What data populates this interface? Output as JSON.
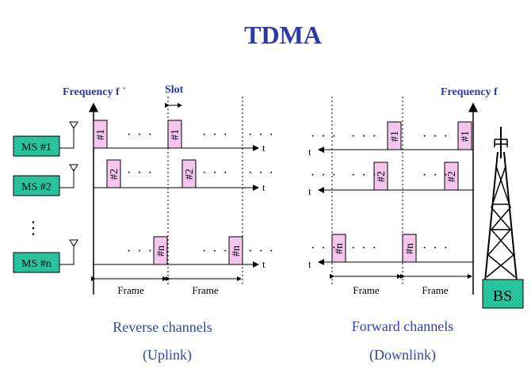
{
  "title": "TDMA",
  "uplink": {
    "axis_label": "Frequency f `",
    "slot_label": "Slot",
    "stations": [
      "MS #1",
      "MS #2",
      "MS #n"
    ],
    "station_ellipsis": "⋮",
    "slot_labels": [
      "#1",
      "#1",
      "#2",
      "#2",
      "#n",
      "#n"
    ],
    "ellipsis": "· · ·",
    "time_label": "t",
    "frame_labels": [
      "Frame",
      "Frame"
    ],
    "caption_line1": "Reverse channels",
    "caption_line2": "(Uplink)"
  },
  "downlink": {
    "axis_label": "Frequency f",
    "slot_labels": [
      "#1",
      "#1",
      "#2",
      "#2",
      "#n",
      "#n"
    ],
    "ellipsis": "· · ·",
    "time_label": "t",
    "frame_labels": [
      "Frame",
      "Frame"
    ],
    "caption_line1": "Forward channels",
    "caption_line2": "(Downlink)",
    "base_station": "BS"
  },
  "colors": {
    "title": "#2b3aa8",
    "slot_fill": "#f4c6ee",
    "station_fill": "#2fd0a8",
    "caption": "#3344aa"
  }
}
